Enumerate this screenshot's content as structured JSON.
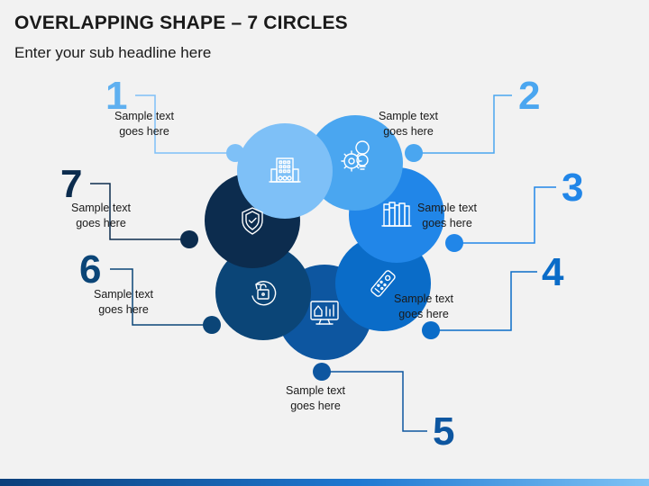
{
  "header": {
    "title": "OVERLAPPING SHAPE – 7 CIRCLES",
    "subtitle": "Enter your sub headline here"
  },
  "items": [
    {
      "number": "1",
      "line1": "Sample text",
      "line2": "goes here",
      "icon": "office-building-icon",
      "color": "#7ec0f7",
      "number_color": "#5fb0f0"
    },
    {
      "number": "2",
      "line1": "Sample text",
      "line2": "goes here",
      "icon": "gear-lightbulb-icon",
      "color": "#4aa6f0",
      "number_color": "#4aa6f0"
    },
    {
      "number": "3",
      "line1": "Sample text",
      "line2": "goes here",
      "icon": "books-icon",
      "color": "#2186e8",
      "number_color": "#2186e8"
    },
    {
      "number": "4",
      "line1": "Sample text",
      "line2": "goes here",
      "icon": "remote-control-icon",
      "color": "#0a6cc8",
      "number_color": "#0a6cc8"
    },
    {
      "number": "5",
      "line1": "Sample text",
      "line2": "goes here",
      "icon": "monitor-dashboard-icon",
      "color": "#0d56a0",
      "number_color": "#0d56a0"
    },
    {
      "number": "6",
      "line1": "Sample text",
      "line2": "goes here",
      "icon": "unlock-refresh-icon",
      "color": "#0b4577",
      "number_color": "#0b4577"
    },
    {
      "number": "7",
      "line1": "Sample text",
      "line2": "goes here",
      "icon": "shield-check-icon",
      "color": "#0c2c4e",
      "number_color": "#0c2c4e"
    }
  ]
}
